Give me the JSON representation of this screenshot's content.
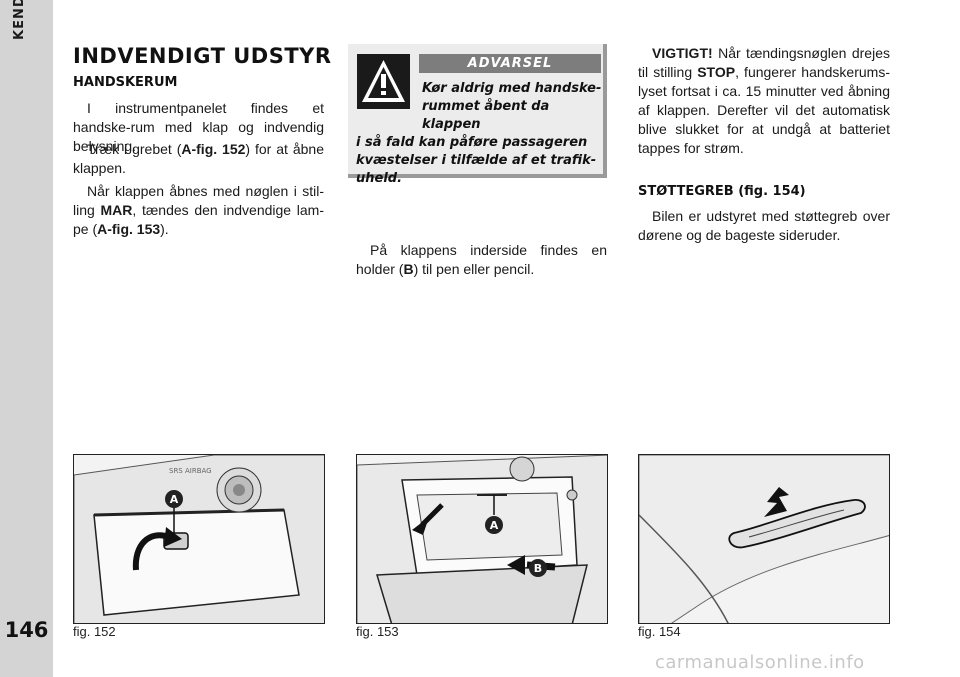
{
  "side": {
    "section_title": "KENDSKAB TIL BILEN",
    "page_number": "146"
  },
  "col1": {
    "title": "INDVENDIGT UDSTYR",
    "subtitle": "HANDSKERUM",
    "p1": "I instrumentpanelet findes et handske-rum med klap og indvendig belysning.",
    "p2_a": "Træk i grebet (",
    "p2_ref": "A-fig. 152",
    "p2_b": ") for at åbne klappen.",
    "p3_a": "Når klappen åbnes med nøglen i stil-ling ",
    "p3_ref1": "MAR",
    "p3_b": ", tændes den indvendige lam-pe (",
    "p3_ref2": "A-fig. 153",
    "p3_c": ")."
  },
  "warning": {
    "banner": "ADVARSEL",
    "line1": "Kør aldrig med handske-rummet åbent da klappen",
    "line2": "i så fald kan påføre passageren kvæstelser i tilfælde af et trafik-uheld."
  },
  "col2": {
    "p1_a": "På klappens inderside findes en holder (",
    "p1_ref": "B",
    "p1_b": ") til pen eller pencil."
  },
  "col3": {
    "important_label": "VIGTIGT!",
    "p1_a": " Når tændingsnøglen drejes til stilling ",
    "p1_ref": "STOP",
    "p1_b": ", fungerer handskerums-lyset fortsat i ca. 15 minutter ved åbning af klappen. Derefter vil det automatisk blive slukket for at undgå at batteriet tappes for strøm.",
    "subtitle": "STØTTEGREB (fig. 154)",
    "p2": "Bilen er udstyret med støttegreb over dørene og de bageste sideruder."
  },
  "figures": [
    {
      "caption": "fig. 152",
      "label_a": "A",
      "panel_text": "SRS AIRBAG"
    },
    {
      "caption": "fig. 153",
      "label_a": "A",
      "label_b": "B"
    },
    {
      "caption": "fig. 154"
    }
  ],
  "watermark": "carmanualsonline.info",
  "colors": {
    "side_strip": "#d4d4d4",
    "warning_bg": "#ececec",
    "banner": "#7d7d7d",
    "text": "#1a1a1a"
  }
}
